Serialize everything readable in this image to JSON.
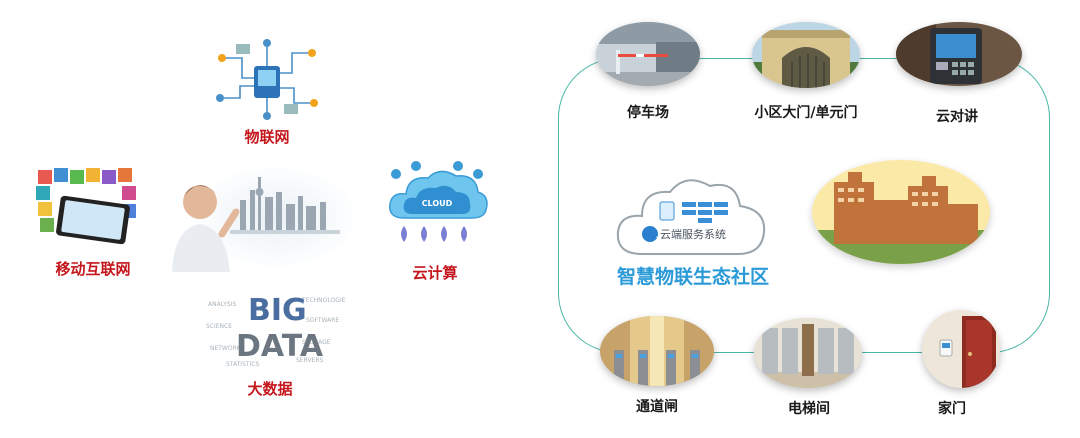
{
  "left": {
    "iot": {
      "label": "物联网",
      "icon": "iot-circuit-icon"
    },
    "mobile": {
      "label": "移动互联网",
      "icon": "tablet-apps-icon"
    },
    "cloud": {
      "label": "云计算",
      "icon": "cloud-icon",
      "badge": "CLOUD"
    },
    "bigdata": {
      "label": "大数据",
      "icon": "bigdata-wordcloud-icon",
      "big": "BIG",
      "data": "DATA"
    },
    "center": {
      "icon": "businessman-city-icon"
    }
  },
  "right": {
    "center_title": "智慧物联生态社区",
    "cloud_service": "云端服务系统",
    "nodes": [
      {
        "label": "停车场",
        "icon": "parking-gate-icon"
      },
      {
        "label": "小区大门/单元门",
        "icon": "community-gate-icon"
      },
      {
        "label": "云对讲",
        "icon": "intercom-icon"
      },
      {
        "label": "通道闸",
        "icon": "turnstile-icon"
      },
      {
        "label": "电梯间",
        "icon": "elevator-hall-icon"
      },
      {
        "label": "家门",
        "icon": "home-door-icon"
      }
    ]
  },
  "colors": {
    "accent": "#2b9ad8",
    "loop": "#49b6a6",
    "red": "#c4161c"
  }
}
